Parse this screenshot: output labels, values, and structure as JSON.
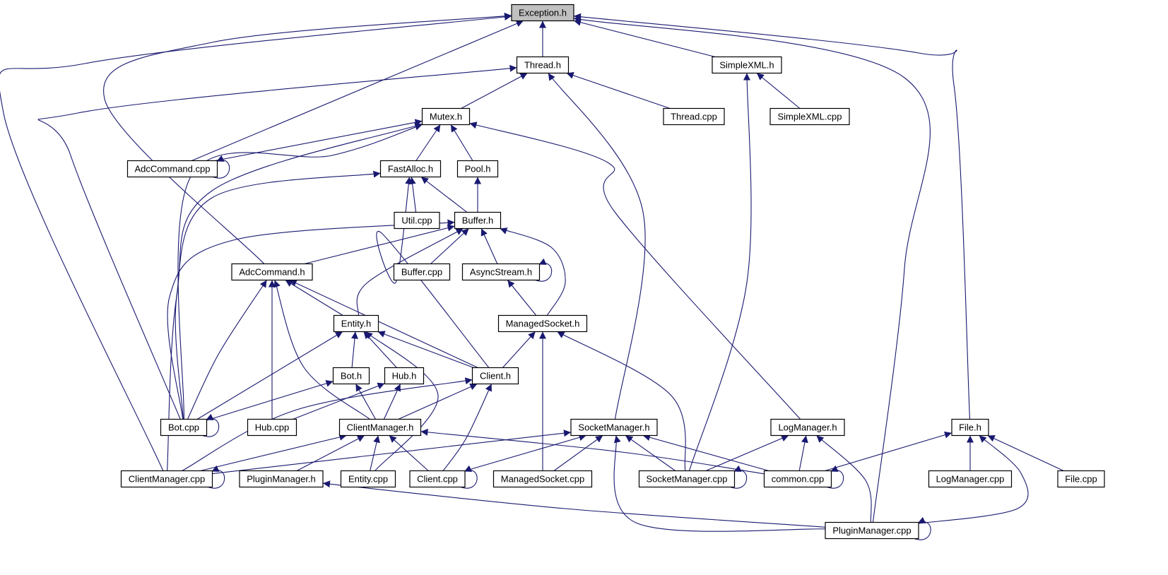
{
  "diagram": {
    "title": "",
    "edge_color": "#191970",
    "root_fill": "#c0c0c0",
    "nodes": [
      {
        "id": "exception_h",
        "label": "Exception.h",
        "root": true
      },
      {
        "id": "thread_h",
        "label": "Thread.h"
      },
      {
        "id": "simplexml_h",
        "label": "SimpleXML.h"
      },
      {
        "id": "mutex_h",
        "label": "Mutex.h"
      },
      {
        "id": "thread_cpp",
        "label": "Thread.cpp"
      },
      {
        "id": "simplexml_cpp",
        "label": "SimpleXML.cpp"
      },
      {
        "id": "adccommand_cpp",
        "label": "AdcCommand.cpp"
      },
      {
        "id": "fastalloc_h",
        "label": "FastAlloc.h"
      },
      {
        "id": "pool_h",
        "label": "Pool.h"
      },
      {
        "id": "util_cpp",
        "label": "Util.cpp"
      },
      {
        "id": "buffer_h",
        "label": "Buffer.h"
      },
      {
        "id": "adccommand_h",
        "label": "AdcCommand.h"
      },
      {
        "id": "buffer_cpp",
        "label": "Buffer.cpp"
      },
      {
        "id": "asyncstream_h",
        "label": "AsyncStream.h"
      },
      {
        "id": "entity_h",
        "label": "Entity.h"
      },
      {
        "id": "managedsocket_h",
        "label": "ManagedSocket.h"
      },
      {
        "id": "bot_h",
        "label": "Bot.h"
      },
      {
        "id": "hub_h",
        "label": "Hub.h"
      },
      {
        "id": "client_h",
        "label": "Client.h"
      },
      {
        "id": "bot_cpp",
        "label": "Bot.cpp"
      },
      {
        "id": "hub_cpp",
        "label": "Hub.cpp"
      },
      {
        "id": "clientmanager_h",
        "label": "ClientManager.h"
      },
      {
        "id": "socketmanager_h",
        "label": "SocketManager.h"
      },
      {
        "id": "logmanager_h",
        "label": "LogManager.h"
      },
      {
        "id": "file_h",
        "label": "File.h"
      },
      {
        "id": "clientmanager_cpp",
        "label": "ClientManager.cpp"
      },
      {
        "id": "pluginmanager_h",
        "label": "PluginManager.h"
      },
      {
        "id": "entity_cpp",
        "label": "Entity.cpp"
      },
      {
        "id": "client_cpp",
        "label": "Client.cpp"
      },
      {
        "id": "managedsocket_cpp",
        "label": "ManagedSocket.cpp"
      },
      {
        "id": "socketmanager_cpp",
        "label": "SocketManager.cpp"
      },
      {
        "id": "common_cpp",
        "label": "common.cpp"
      },
      {
        "id": "logmanager_cpp",
        "label": "LogManager.cpp"
      },
      {
        "id": "file_cpp",
        "label": "File.cpp"
      },
      {
        "id": "pluginmanager_cpp",
        "label": "PluginManager.cpp"
      }
    ],
    "edges": [
      {
        "from": "thread_h",
        "to": "exception_h"
      },
      {
        "from": "simplexml_h",
        "to": "exception_h"
      },
      {
        "from": "adccommand_cpp",
        "to": "exception_h"
      },
      {
        "from": "adccommand_h",
        "to": "exception_h"
      },
      {
        "from": "clientmanager_cpp",
        "to": "exception_h"
      },
      {
        "from": "file_h",
        "to": "exception_h"
      },
      {
        "from": "pluginmanager_cpp",
        "to": "exception_h"
      },
      {
        "from": "mutex_h",
        "to": "thread_h"
      },
      {
        "from": "thread_cpp",
        "to": "thread_h"
      },
      {
        "from": "socketmanager_h",
        "to": "thread_h"
      },
      {
        "from": "bot_cpp",
        "to": "thread_h"
      },
      {
        "from": "simplexml_cpp",
        "to": "simplexml_h"
      },
      {
        "from": "socketmanager_cpp",
        "to": "simplexml_h"
      },
      {
        "from": "fastalloc_h",
        "to": "mutex_h"
      },
      {
        "from": "pool_h",
        "to": "mutex_h"
      },
      {
        "from": "adccommand_cpp",
        "to": "mutex_h"
      },
      {
        "from": "bot_cpp",
        "to": "mutex_h"
      },
      {
        "from": "clientmanager_cpp",
        "to": "mutex_h"
      },
      {
        "from": "logmanager_h",
        "to": "mutex_h"
      },
      {
        "from": "adccommand_cpp",
        "to": "adccommand_cpp"
      },
      {
        "from": "util_cpp",
        "to": "fastalloc_h"
      },
      {
        "from": "buffer_h",
        "to": "fastalloc_h"
      },
      {
        "from": "bot_cpp",
        "to": "fastalloc_h"
      },
      {
        "from": "client_h",
        "to": "fastalloc_h"
      },
      {
        "from": "buffer_h",
        "to": "pool_h"
      },
      {
        "from": "adccommand_h",
        "to": "buffer_h"
      },
      {
        "from": "buffer_cpp",
        "to": "buffer_h"
      },
      {
        "from": "asyncstream_h",
        "to": "buffer_h"
      },
      {
        "from": "entity_h",
        "to": "buffer_h"
      },
      {
        "from": "managedsocket_h",
        "to": "buffer_h"
      },
      {
        "from": "bot_cpp",
        "to": "buffer_h"
      },
      {
        "from": "asyncstream_h",
        "to": "asyncstream_h"
      },
      {
        "from": "managedsocket_h",
        "to": "asyncstream_h"
      },
      {
        "from": "entity_h",
        "to": "adccommand_h"
      },
      {
        "from": "client_h",
        "to": "adccommand_h"
      },
      {
        "from": "bot_cpp",
        "to": "adccommand_h"
      },
      {
        "from": "hub_cpp",
        "to": "adccommand_h"
      },
      {
        "from": "clientmanager_h",
        "to": "adccommand_h"
      },
      {
        "from": "bot_h",
        "to": "entity_h"
      },
      {
        "from": "hub_h",
        "to": "entity_h"
      },
      {
        "from": "client_h",
        "to": "entity_h"
      },
      {
        "from": "bot_cpp",
        "to": "entity_h"
      },
      {
        "from": "entity_cpp",
        "to": "entity_h"
      },
      {
        "from": "client_h",
        "to": "managedsocket_h"
      },
      {
        "from": "managedsocket_cpp",
        "to": "managedsocket_h"
      },
      {
        "from": "socketmanager_cpp",
        "to": "managedsocket_h"
      },
      {
        "from": "bot_cpp",
        "to": "bot_h"
      },
      {
        "from": "clientmanager_h",
        "to": "bot_h"
      },
      {
        "from": "hub_cpp",
        "to": "hub_h"
      },
      {
        "from": "clientmanager_h",
        "to": "hub_h"
      },
      {
        "from": "clientmanager_h",
        "to": "client_h"
      },
      {
        "from": "clientmanager_cpp",
        "to": "client_h"
      },
      {
        "from": "client_cpp",
        "to": "client_h"
      },
      {
        "from": "bot_cpp",
        "to": "bot_cpp"
      },
      {
        "from": "clientmanager_cpp",
        "to": "clientmanager_h"
      },
      {
        "from": "pluginmanager_h",
        "to": "clientmanager_h"
      },
      {
        "from": "entity_cpp",
        "to": "clientmanager_h"
      },
      {
        "from": "client_cpp",
        "to": "clientmanager_h"
      },
      {
        "from": "common_cpp",
        "to": "clientmanager_h"
      },
      {
        "from": "clientmanager_cpp",
        "to": "socketmanager_h"
      },
      {
        "from": "client_cpp",
        "to": "socketmanager_h"
      },
      {
        "from": "managedsocket_cpp",
        "to": "socketmanager_h"
      },
      {
        "from": "socketmanager_cpp",
        "to": "socketmanager_h"
      },
      {
        "from": "common_cpp",
        "to": "socketmanager_h"
      },
      {
        "from": "pluginmanager_cpp",
        "to": "socketmanager_h"
      },
      {
        "from": "socketmanager_cpp",
        "to": "logmanager_h"
      },
      {
        "from": "common_cpp",
        "to": "logmanager_h"
      },
      {
        "from": "pluginmanager_cpp",
        "to": "logmanager_h"
      },
      {
        "from": "common_cpp",
        "to": "file_h"
      },
      {
        "from": "logmanager_cpp",
        "to": "file_h"
      },
      {
        "from": "file_cpp",
        "to": "file_h"
      },
      {
        "from": "pluginmanager_cpp",
        "to": "file_h"
      },
      {
        "from": "clientmanager_cpp",
        "to": "clientmanager_cpp"
      },
      {
        "from": "client_cpp",
        "to": "client_cpp"
      },
      {
        "from": "socketmanager_cpp",
        "to": "socketmanager_cpp"
      },
      {
        "from": "common_cpp",
        "to": "common_cpp"
      },
      {
        "from": "pluginmanager_cpp",
        "to": "pluginmanager_h"
      },
      {
        "from": "pluginmanager_cpp",
        "to": "pluginmanager_cpp"
      }
    ]
  }
}
